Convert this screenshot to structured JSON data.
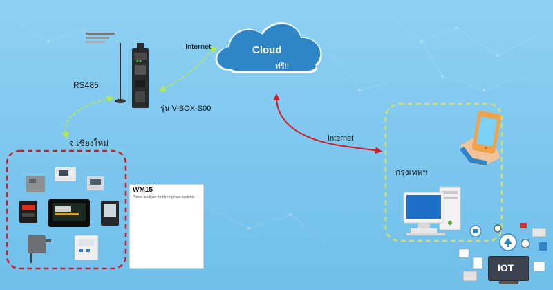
{
  "cloud": {
    "title": "Cloud",
    "badge": "ฟรี!!"
  },
  "links": {
    "internet_top": "Internet",
    "internet_mid": "Internet",
    "rs485": "RS485"
  },
  "gateway": {
    "model_label": "รุ่น V-BOX-S00"
  },
  "sites": {
    "source": "จ.เชียงใหม่",
    "destination": "กรุงเทพฯ"
  },
  "meter_card": {
    "title": "WM15",
    "subtitle": "Power analyzer for three-phase systems"
  },
  "iot_badge": {
    "label": "IOT"
  },
  "colors": {
    "background": "#7ec8f0",
    "cloud_fill": "#2f86c6",
    "source_border": "#d01c2a",
    "destination_border": "#d6dc6a",
    "arrow_green": "#b6e84a",
    "arrow_red": "#d01c2a"
  }
}
